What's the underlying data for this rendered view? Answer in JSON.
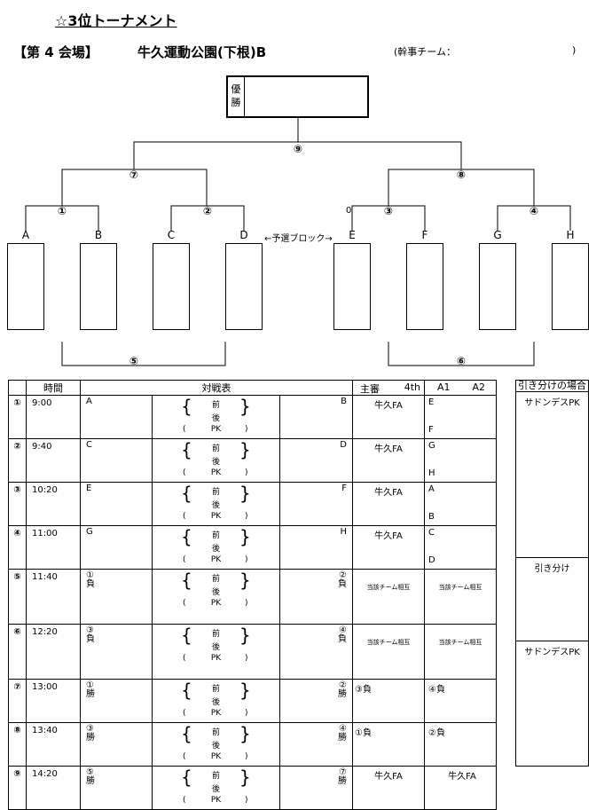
{
  "title": "☆3位トーナメント",
  "venue": "【第 4 会場】",
  "park": "牛久運動公園(下根)B",
  "kanji_label": "(幹事チーム：",
  "kanji_close": ")",
  "winner_label": "優\n勝",
  "bracket": {
    "teams": [
      "A",
      "B",
      "C",
      "D",
      "E",
      "F",
      "G",
      "H"
    ],
    "matches": {
      "m1": "①",
      "m2": "②",
      "m3": "③",
      "m4": "④",
      "m5": "⑤",
      "m6": "⑥",
      "m7": "⑦",
      "m8": "⑧",
      "m9": "⑨"
    },
    "yosen_label": "←予選ブロック→",
    "zero_label": "0"
  },
  "header": {
    "time": "時間",
    "taisen": "対戦表",
    "shushin": "主審",
    "fourth": "4th",
    "a1": "A1",
    "a2": "A2",
    "draw": "引き分けの場合"
  },
  "rows": [
    {
      "num": "①",
      "time": "9:00",
      "left": "A",
      "left2": "",
      "right": "B",
      "right2": "",
      "ref": "牛久FA",
      "a_top": "E",
      "a_bot": "F",
      "small": false
    },
    {
      "num": "②",
      "time": "9:40",
      "left": "C",
      "left2": "",
      "right": "D",
      "right2": "",
      "ref": "牛久FA",
      "a_top": "G",
      "a_bot": "H",
      "small": false
    },
    {
      "num": "③",
      "time": "10:20",
      "left": "E",
      "left2": "",
      "right": "F",
      "right2": "",
      "ref": "牛久FA",
      "a_top": "A",
      "a_bot": "B",
      "small": false
    },
    {
      "num": "④",
      "time": "11:00",
      "left": "G",
      "left2": "",
      "right": "H",
      "right2": "",
      "ref": "牛久FA",
      "a_top": "C",
      "a_bot": "D",
      "small": false
    },
    {
      "num": "⑤",
      "time": "11:40",
      "left": "①",
      "left2": "負",
      "right": "②",
      "right2": "負",
      "ref": "当該チーム相互",
      "a_top": "当該チーム相互",
      "a_bot": "",
      "small": true
    },
    {
      "num": "⑥",
      "time": "12:20",
      "left": "③",
      "left2": "負",
      "right": "④",
      "right2": "負",
      "ref": "当該チーム相互",
      "a_top": "当該チーム相互",
      "a_bot": "",
      "small": true
    },
    {
      "num": "⑦",
      "time": "13:00",
      "left": "①",
      "left2": "勝",
      "right": "②",
      "right2": "勝",
      "ref": "③負",
      "a_top": "④負",
      "a_bot": "",
      "small": false,
      "leftalign": true
    },
    {
      "num": "⑧",
      "time": "13:40",
      "left": "③",
      "left2": "勝",
      "right": "④",
      "right2": "勝",
      "ref": "①負",
      "a_top": "②負",
      "a_bot": "",
      "small": false,
      "leftalign": true
    },
    {
      "num": "⑨",
      "time": "14:20",
      "left": "⑤",
      "left2": "勝",
      "right": "⑦",
      "right2": "勝",
      "ref": "牛久FA",
      "a_top": "牛久FA",
      "a_bot": "",
      "small": false,
      "center_a": true
    }
  ],
  "half_labels": {
    "first": "前",
    "second": "後",
    "pk": "PK",
    "open": "(",
    "close": ")"
  },
  "draw_rules": [
    "サドンデスPK",
    "引き分け",
    "サドンデスPK"
  ]
}
